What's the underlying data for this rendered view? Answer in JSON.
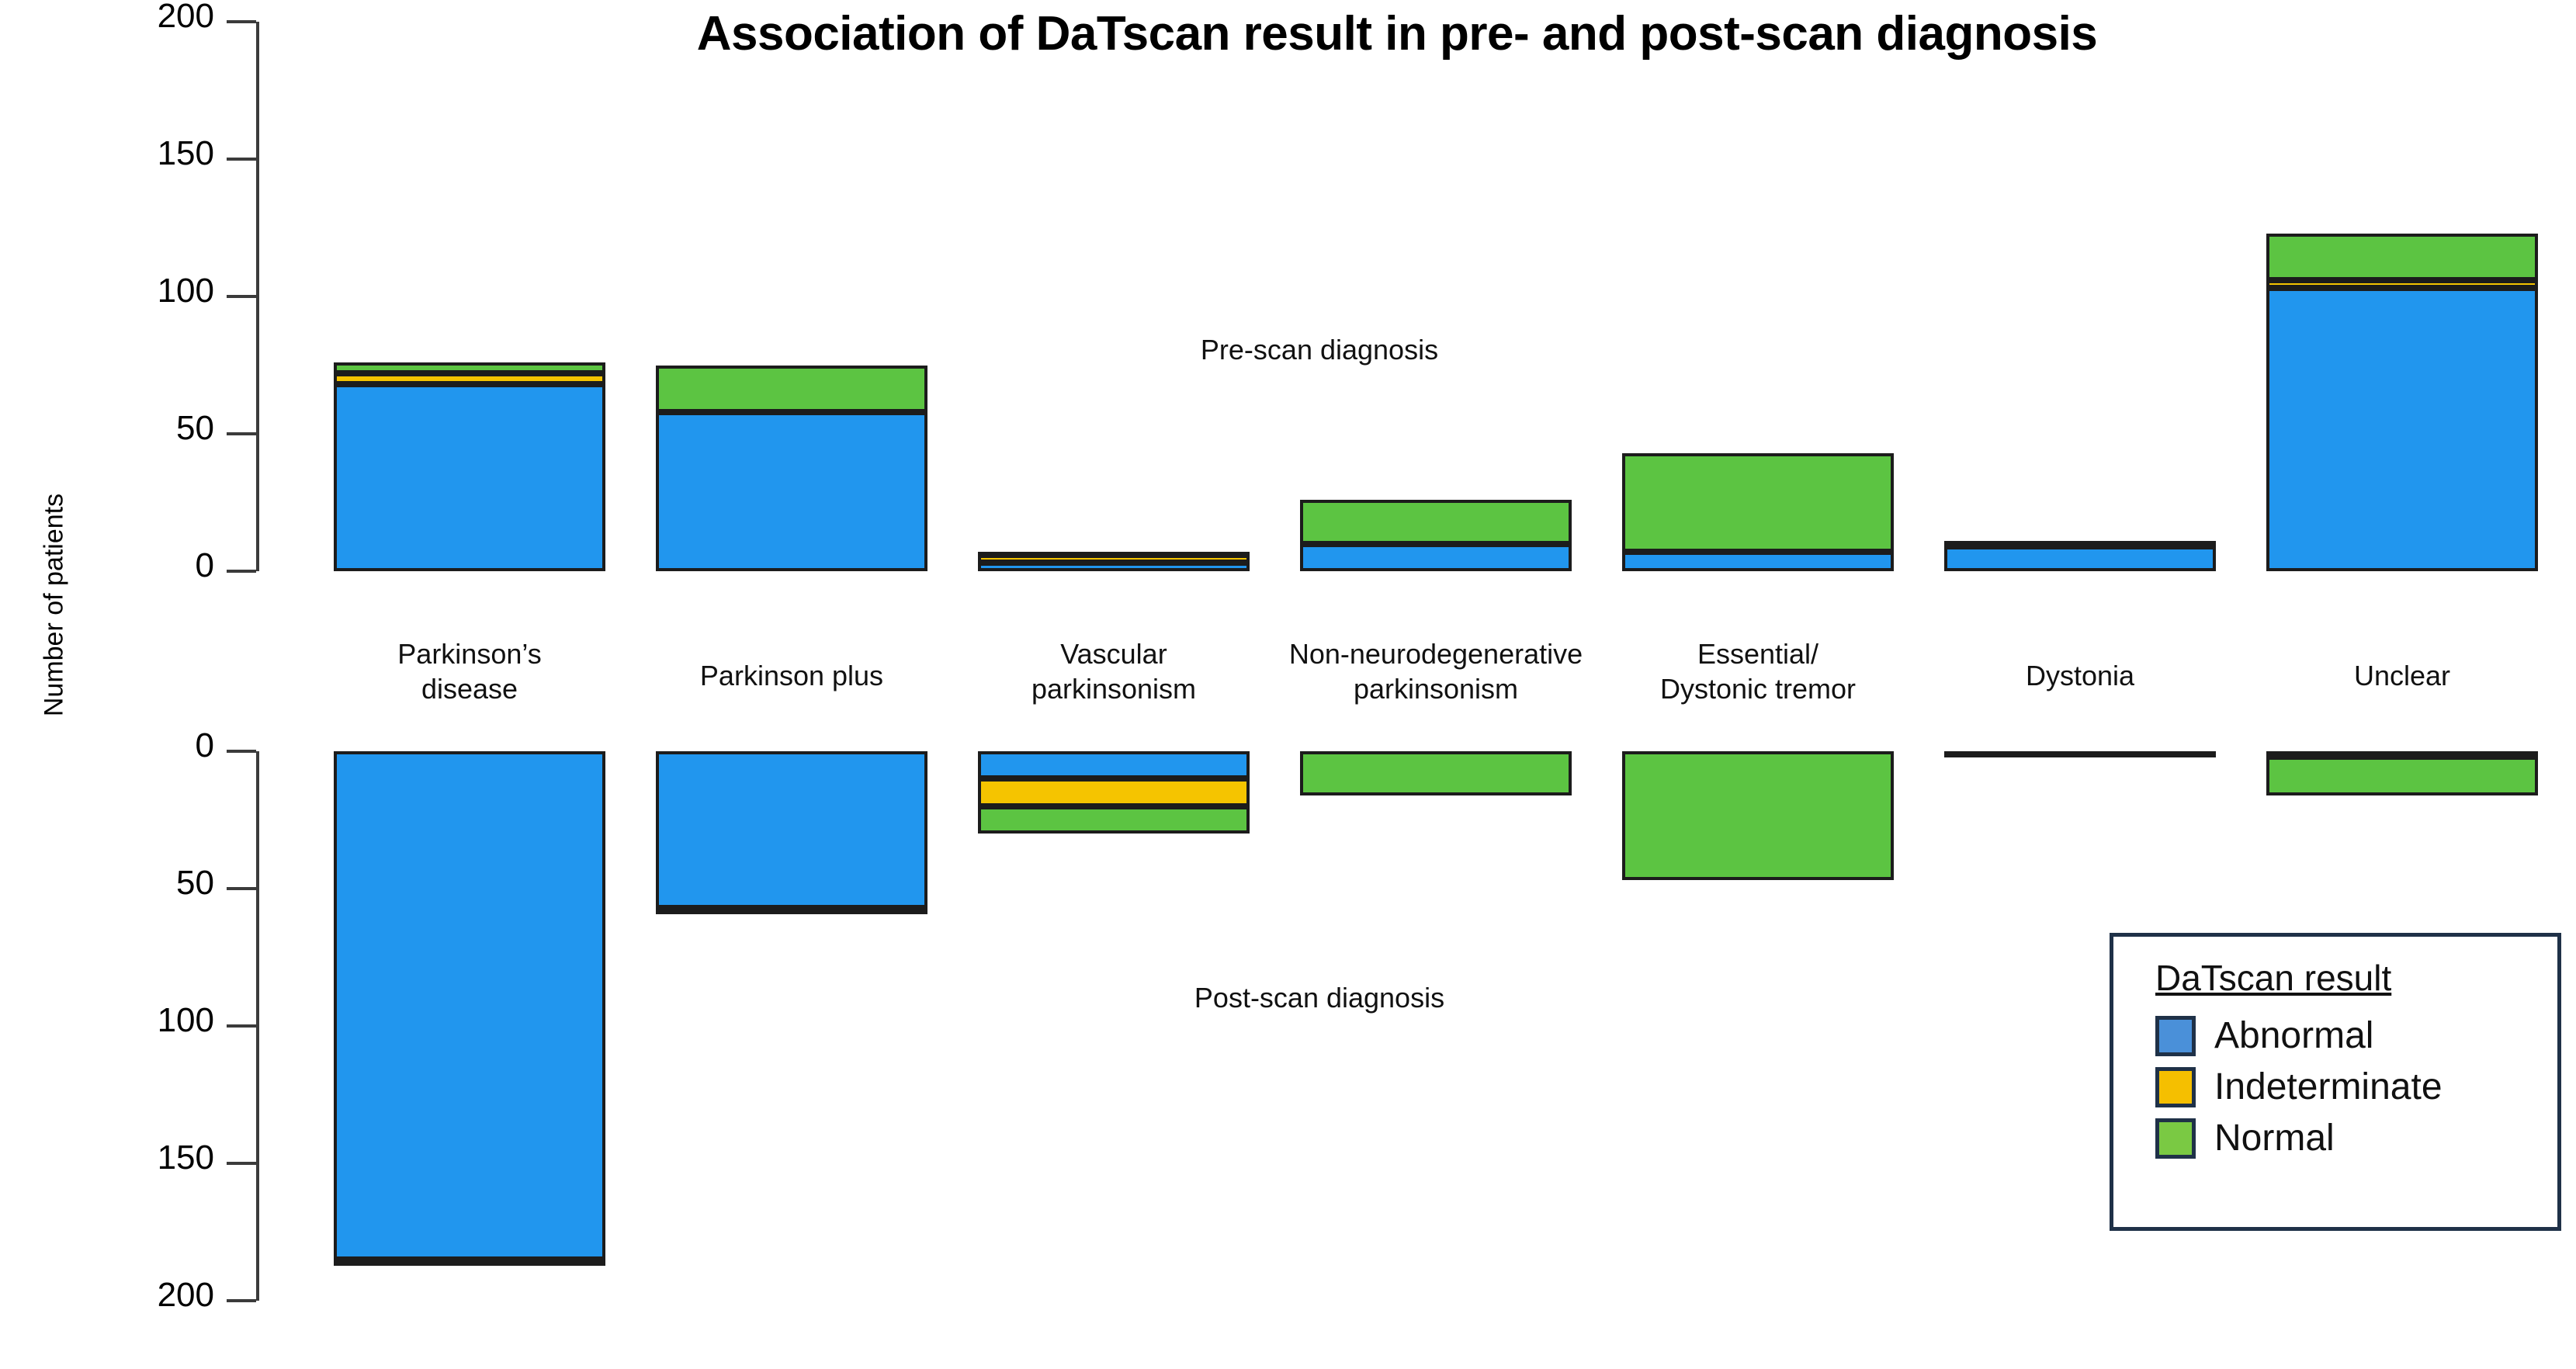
{
  "chart_data": {
    "type": "bar",
    "title": "Association of DaTscan result in pre- and post-scan diagnosis",
    "xlabel": "",
    "ylabel": "Number of patients",
    "orientation": "vertical-stacked-mirrored",
    "grid": false,
    "legend": {
      "title": "DaTscan result",
      "position": "bottom-right",
      "entries": [
        {
          "label": "Abnormal",
          "color": "#2196ee"
        },
        {
          "label": "Indeterminate",
          "color": "#f5c400"
        },
        {
          "label": "Normal",
          "color": "#5cc442"
        }
      ]
    },
    "panels": [
      {
        "name": "Pre-scan diagnosis",
        "annotation": "Pre-scan diagnosis",
        "direction": "up",
        "ylim": [
          0,
          200
        ],
        "yticks": [
          0,
          50,
          100,
          150,
          200
        ],
        "ytick_labels": [
          "0",
          "50",
          "100",
          "150",
          "200"
        ]
      },
      {
        "name": "Post-scan diagnosis",
        "annotation": "Post-scan diagnosis",
        "direction": "down",
        "ylim": [
          0,
          200
        ],
        "yticks": [
          0,
          50,
          100,
          150,
          200
        ],
        "ytick_labels": [
          "0",
          "50",
          "100",
          "150",
          "200"
        ]
      }
    ],
    "categories": [
      "Parkinson’s disease",
      "Parkinson plus",
      "Vascular parkinsonism",
      "Non-neurodegenerative parkinsonism",
      "Essential/ Dystonic tremor",
      "Dystonia",
      "Unclear"
    ],
    "category_labels": [
      [
        "Parkinson’s",
        "disease"
      ],
      [
        "Parkinson plus"
      ],
      [
        "Vascular",
        "parkinsonism"
      ],
      [
        "Non-neurodegenerative",
        "parkinsonism"
      ],
      [
        "Essential/",
        "Dystonic tremor"
      ],
      [
        "Dystonia"
      ],
      [
        "Unclear"
      ]
    ],
    "pre_scan": {
      "series": [
        {
          "name": "Abnormal",
          "values": [
            68,
            58,
            3,
            10,
            7,
            9,
            103
          ]
        },
        {
          "name": "Indeterminate",
          "values": [
            4,
            0,
            3,
            0,
            0,
            0,
            3
          ]
        },
        {
          "name": "Normal",
          "values": [
            4,
            17,
            1,
            16,
            36,
            2,
            17
          ]
        }
      ],
      "totals": [
        76,
        75,
        7,
        26,
        43,
        11,
        123
      ]
    },
    "post_scan": {
      "series": [
        {
          "name": "Abnormal",
          "values": [
            185,
            57,
            10,
            0,
            0,
            0,
            2
          ]
        },
        {
          "name": "Indeterminate",
          "values": [
            0,
            0,
            10,
            0,
            0,
            0,
            0
          ]
        },
        {
          "name": "Normal",
          "values": [
            1,
            2,
            10,
            16,
            47,
            2,
            14
          ]
        }
      ],
      "totals": [
        186,
        59,
        30,
        16,
        47,
        2,
        16
      ]
    }
  }
}
